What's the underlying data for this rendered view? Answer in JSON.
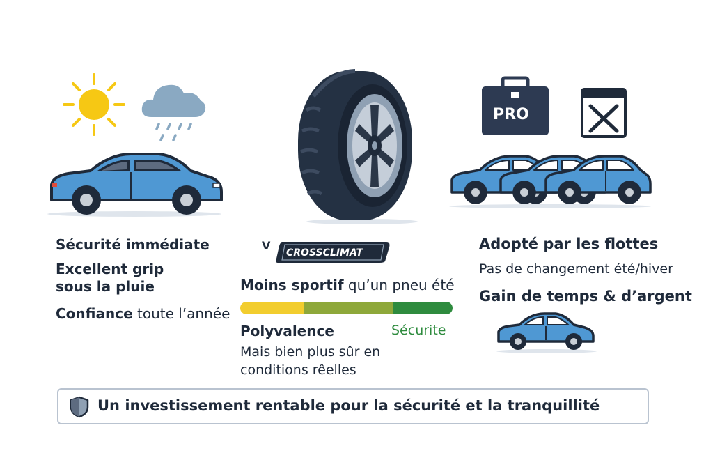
{
  "left": {
    "line1": "Sécurité immédiate",
    "line2": "Excellent grip",
    "line3": "sous la pluie",
    "line4_bold": "Confiance",
    "line4_rest": " toute l’année"
  },
  "middle": {
    "brand_prefix": "V",
    "brand": "CROSSCLIMAT",
    "line1_bold": "Moins sportif",
    "line1_rest": " qu’un pneu été",
    "bar_left_label": "Polyvalence",
    "bar_right_label": "Sécurite",
    "line3": "Mais bien plus sûr en",
    "line4": "conditions rêelles"
  },
  "right": {
    "pro_label": "PRO",
    "line1": "Adopté par les flottes",
    "line2": "Pas de changement été/hiver",
    "line3": "Gain de temps & d’argent"
  },
  "banner": {
    "text": "Un investissement rentable pour la sécurité et la tranquillité"
  },
  "colors": {
    "car_blue": "#4f98d3",
    "outline": "#1f2a3a",
    "sun": "#f6c814",
    "cloud": "#8aa9c2",
    "bar_yellow": "#f2cd2e",
    "bar_olive": "#8ea83a",
    "bar_green": "#2e8b3e",
    "securite_green": "#2e8b3e",
    "pro_bag": "#2d3a52"
  },
  "icons": [
    "sun-icon",
    "rain-cloud-icon",
    "car-icon",
    "tire-icon",
    "briefcase-icon",
    "crossed-calendar-icon",
    "shield-icon"
  ]
}
